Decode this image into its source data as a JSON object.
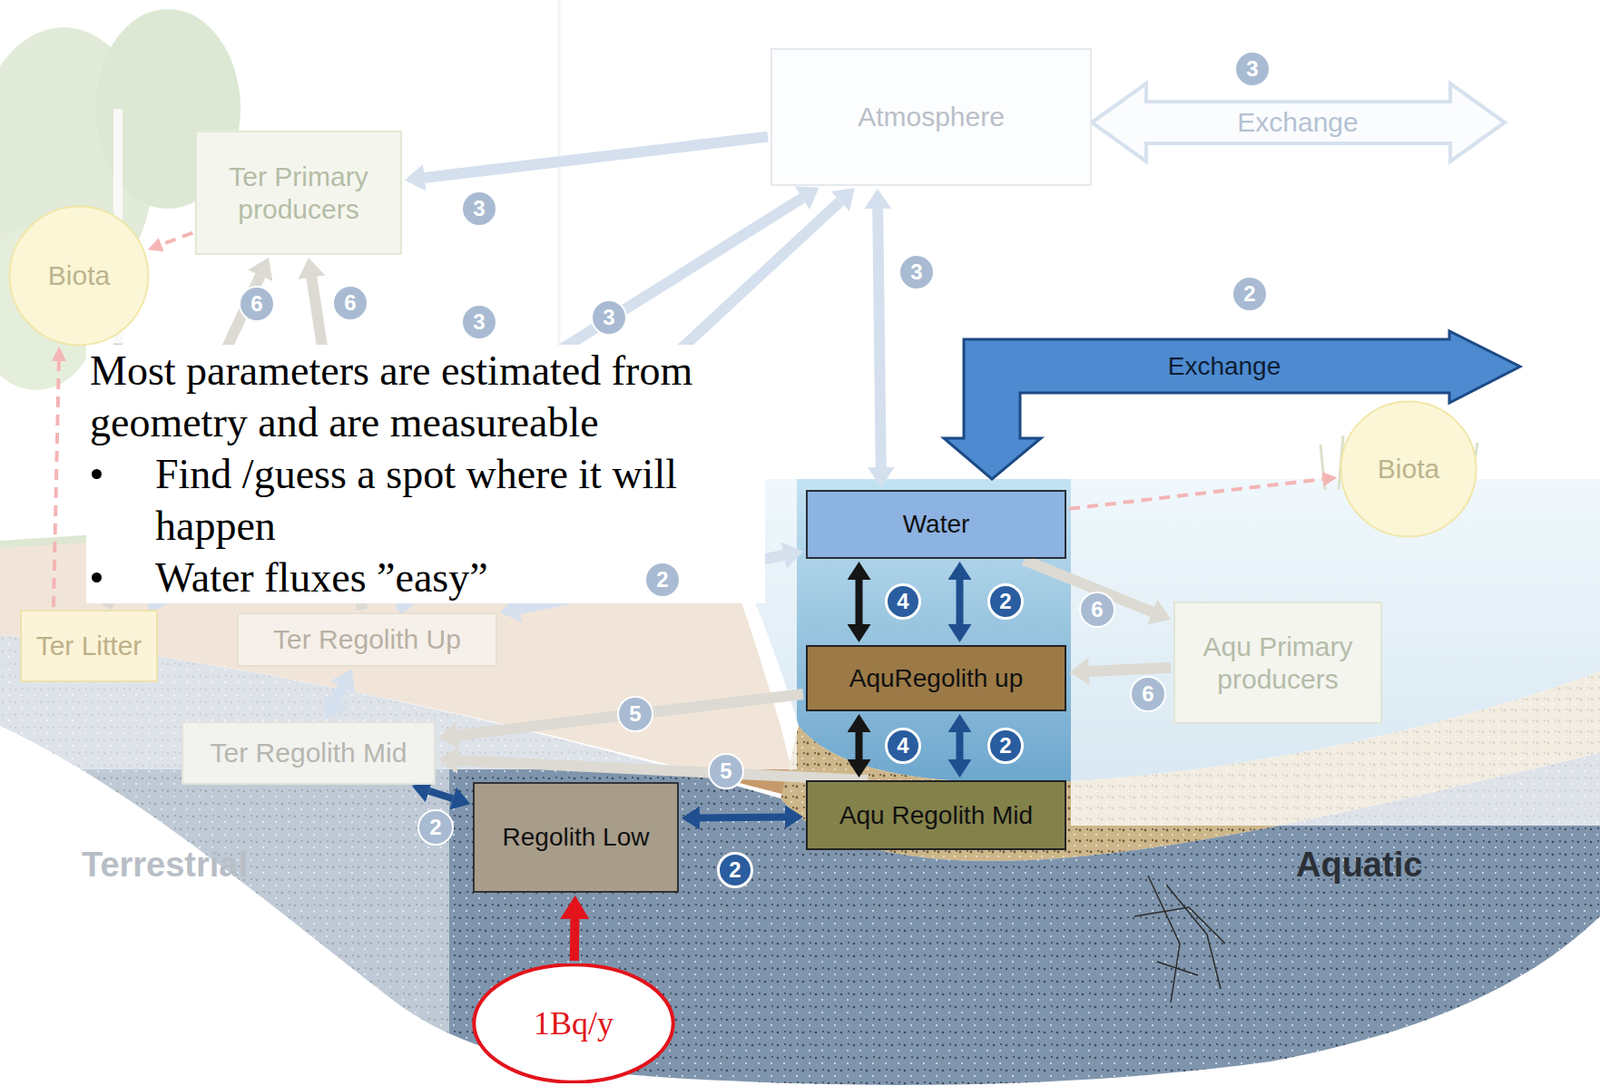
{
  "diagram": {
    "nodes": [
      {
        "text": [
          "Atmosphere"
        ]
      },
      {
        "text": [
          "Ter Primary producers"
        ]
      },
      {
        "text": [
          "Biota"
        ]
      },
      {
        "text": [
          "Biota"
        ]
      },
      {
        "text": [
          "Ter Litter"
        ]
      },
      {
        "text": [
          "Ter Regolith Up"
        ]
      },
      {
        "text": [
          "Water"
        ]
      },
      {
        "text": [
          "Aqu Primary producers"
        ]
      },
      {
        "text": [
          "Ter Regolith Mid"
        ]
      },
      {
        "text": [
          "AquRegolith up"
        ]
      },
      {
        "text": [
          "Aqu Regolith Mid"
        ]
      },
      {
        "text": [
          "Regolith Low"
        ]
      },
      {
        "text": [
          "1Bq/y"
        ]
      }
    ],
    "edges": [
      {
        "from": 0,
        "to": 6,
        "arrow": "both"
      },
      {
        "from": 0,
        "to": 1,
        "arrow": "to"
      },
      {
        "from": 5,
        "to": 0,
        "arrow": "to"
      },
      {
        "from": 4,
        "to": 0,
        "arrow": "to"
      },
      {
        "from": 1,
        "to": 2,
        "arrow": "to"
      },
      {
        "from": 4,
        "to": 2,
        "arrow": "to"
      },
      {
        "from": 5,
        "to": 1,
        "arrow": "to"
      },
      {
        "from": 4,
        "to": 1,
        "arrow": "to"
      },
      {
        "from": 5,
        "to": 6,
        "arrow": "both"
      },
      {
        "from": 5,
        "to": 8,
        "arrow": "both"
      },
      {
        "from": 11,
        "to": 8,
        "arrow": "both"
      },
      {
        "from": 9,
        "to": 8,
        "arrow": "to"
      },
      {
        "from": 10,
        "to": 8,
        "arrow": "to"
      },
      {
        "from": 6,
        "to": 7,
        "arrow": "to"
      },
      {
        "from": 7,
        "to": 9,
        "arrow": "to"
      },
      {
        "from": 6,
        "to": 3,
        "arrow": "to"
      },
      {
        "from": 6,
        "to": 9,
        "arrow": "both"
      },
      {
        "from": 6,
        "to": 9,
        "arrow": "both"
      },
      {
        "from": 9,
        "to": 10,
        "arrow": "both"
      },
      {
        "from": 9,
        "to": 10,
        "arrow": "both"
      },
      {
        "from": 11,
        "to": 10,
        "arrow": "both"
      },
      {
        "from": 12,
        "to": 11,
        "arrow": "to"
      }
    ],
    "labels": [
      "3",
      "Exchange",
      "3",
      "3",
      "2",
      "6",
      "6",
      "3",
      "3",
      "Most parameters are estimated from geometry and are measureable",
      "Find /guess a spot where it will happen",
      "Water fluxes ”easy”",
      "Exchange",
      "2",
      "5",
      "4",
      "2",
      "6",
      "6",
      "4",
      "2",
      "5",
      "2",
      "2",
      "Terrestrial",
      "Aquatic"
    ]
  }
}
